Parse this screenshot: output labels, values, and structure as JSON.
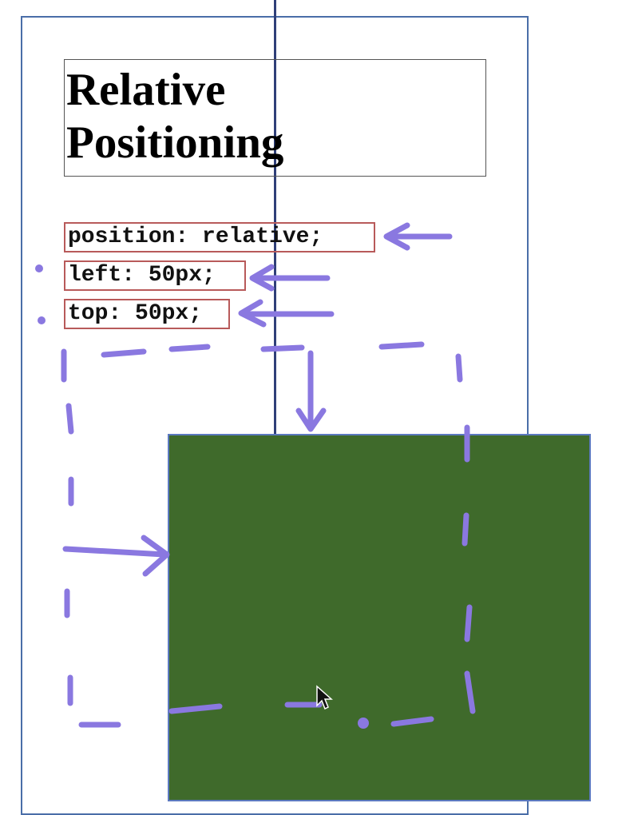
{
  "heading": {
    "line1": "Relative",
    "line2": "Positioning"
  },
  "css_rules": [
    "position: relative;",
    "left: 50px;",
    "top: 50px;"
  ],
  "colors": {
    "green_box": "#3f6a2b",
    "annotation": "#8a78e0",
    "outline": "#4a6ea8",
    "rule_border": "#b85a5a"
  },
  "icons": [
    "mouse-cursor-icon"
  ]
}
